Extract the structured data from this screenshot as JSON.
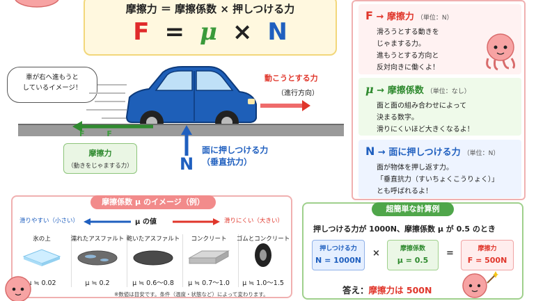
{
  "formula": {
    "words": "摩擦力 ＝ 摩擦係数 × 押しつける力",
    "F": "F",
    "eq": "=",
    "mu": "μ",
    "times": "×",
    "N": "N"
  },
  "scene": {
    "bubble": "車が右へ進もうと\nしているイメージ！",
    "drive_label": "動こうとする力",
    "drive_sub": "（進行方向）",
    "normal_label_1": "面に押しつける力",
    "normal_label_2": "（垂直抗力）",
    "normal_symbol": "N",
    "friction_symbols": "F F",
    "friction_box_title": "摩擦力",
    "friction_box_sub": "（動きをじゃまする力）"
  },
  "right_panel": {
    "F": {
      "symbol": "F",
      "arrow": "→",
      "name": "摩擦力",
      "unit": "（単位：N）",
      "lines": [
        "滑ろうとする動きを",
        "じゃまする力。",
        "進もうとする方向と",
        "反対向きに働くよ！"
      ]
    },
    "mu": {
      "symbol": "μ",
      "arrow": "→",
      "name": "摩擦係数",
      "unit": "（単位：なし）",
      "lines": [
        "面と面の組み合わせによって",
        "決まる数字。",
        "滑りにくいほど大きくなるよ！"
      ]
    },
    "N": {
      "symbol": "N",
      "arrow": "→",
      "name": "面に押しつける力",
      "unit": "（単位：N）",
      "lines": [
        "面が物体を押し返す力。",
        "「垂直抗力（すいちょくこうりょく）」",
        "とも呼ばれるよ！"
      ]
    }
  },
  "mu_panel": {
    "title": "摩擦係数 μ のイメージ（例）",
    "slip_easy": "滑りやすい（小さい）",
    "slip_hard": "滑りにくい（大きい）",
    "value_label": "μ の値",
    "items": [
      {
        "caption": "氷の上",
        "value": "μ ≒ 0.02"
      },
      {
        "caption": "濡れたアスファルト",
        "value": "μ ≒ 0.2"
      },
      {
        "caption": "乾いたアスファルト",
        "value": "μ ≒ 0.6〜0.8"
      },
      {
        "caption": "コンクリート",
        "value": "μ ≒ 0.7〜1.0"
      },
      {
        "caption": "ゴムとコンクリート",
        "value": "μ ≒ 1.0〜1.5"
      }
    ],
    "note": "※数値は目安です。条件（温度・状態など）によって変わります。"
  },
  "calc_panel": {
    "title": "超簡単な計算例",
    "question": "押しつける力が 1000N、摩擦係数 μ が 0.5 のとき",
    "box_N_label": "押しつける力",
    "box_N_value": "N = 1000N",
    "times": "×",
    "box_mu_label": "摩擦係数",
    "box_mu_value": "μ = 0.5",
    "equals": "=",
    "box_F_label": "摩擦力",
    "box_F_value": "F = 500N",
    "answer_prefix": "答え：",
    "answer": "摩擦力は 500N"
  },
  "colors": {
    "friction": "#e0362b",
    "coefficient": "#3a9a3a",
    "normal": "#1f5fbf",
    "car": "#1e5fb8"
  }
}
